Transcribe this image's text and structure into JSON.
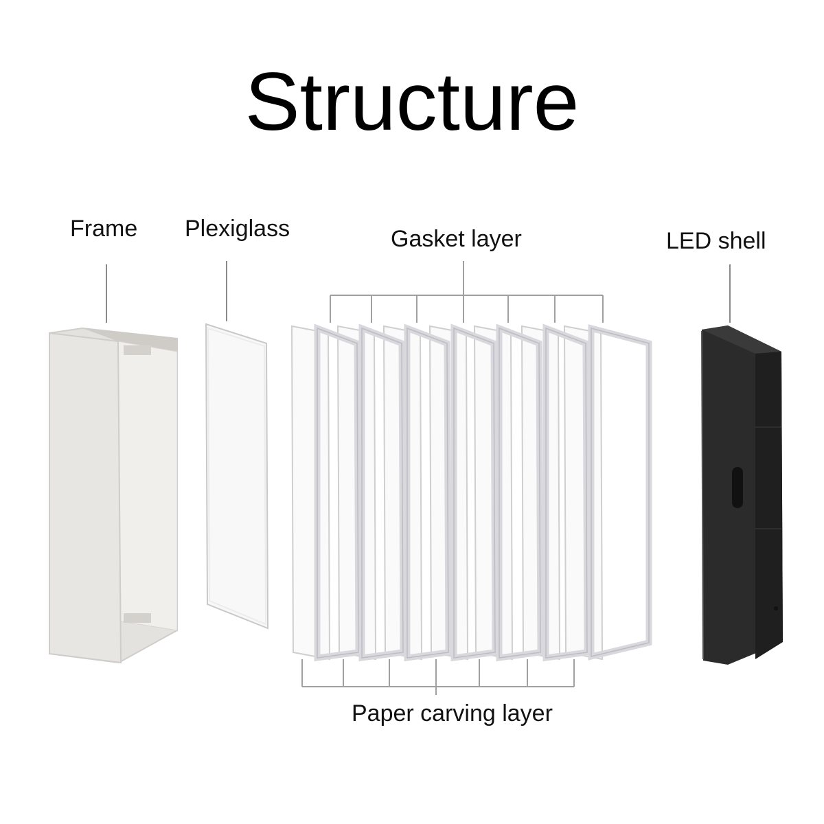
{
  "title": "Structure",
  "components": {
    "frame": {
      "label": "Frame",
      "color": "#e3e1de"
    },
    "plexiglass": {
      "label": "Plexiglass",
      "color": "#f6f6f6"
    },
    "gasket_layer": {
      "label": "Gasket layer",
      "color": "#d9d8dd"
    },
    "led_shell": {
      "label": "LED shell",
      "color": "#2a2a2a"
    },
    "paper_carving_layer": {
      "label": "Paper carving layer",
      "color": "#e6e6e6"
    }
  }
}
